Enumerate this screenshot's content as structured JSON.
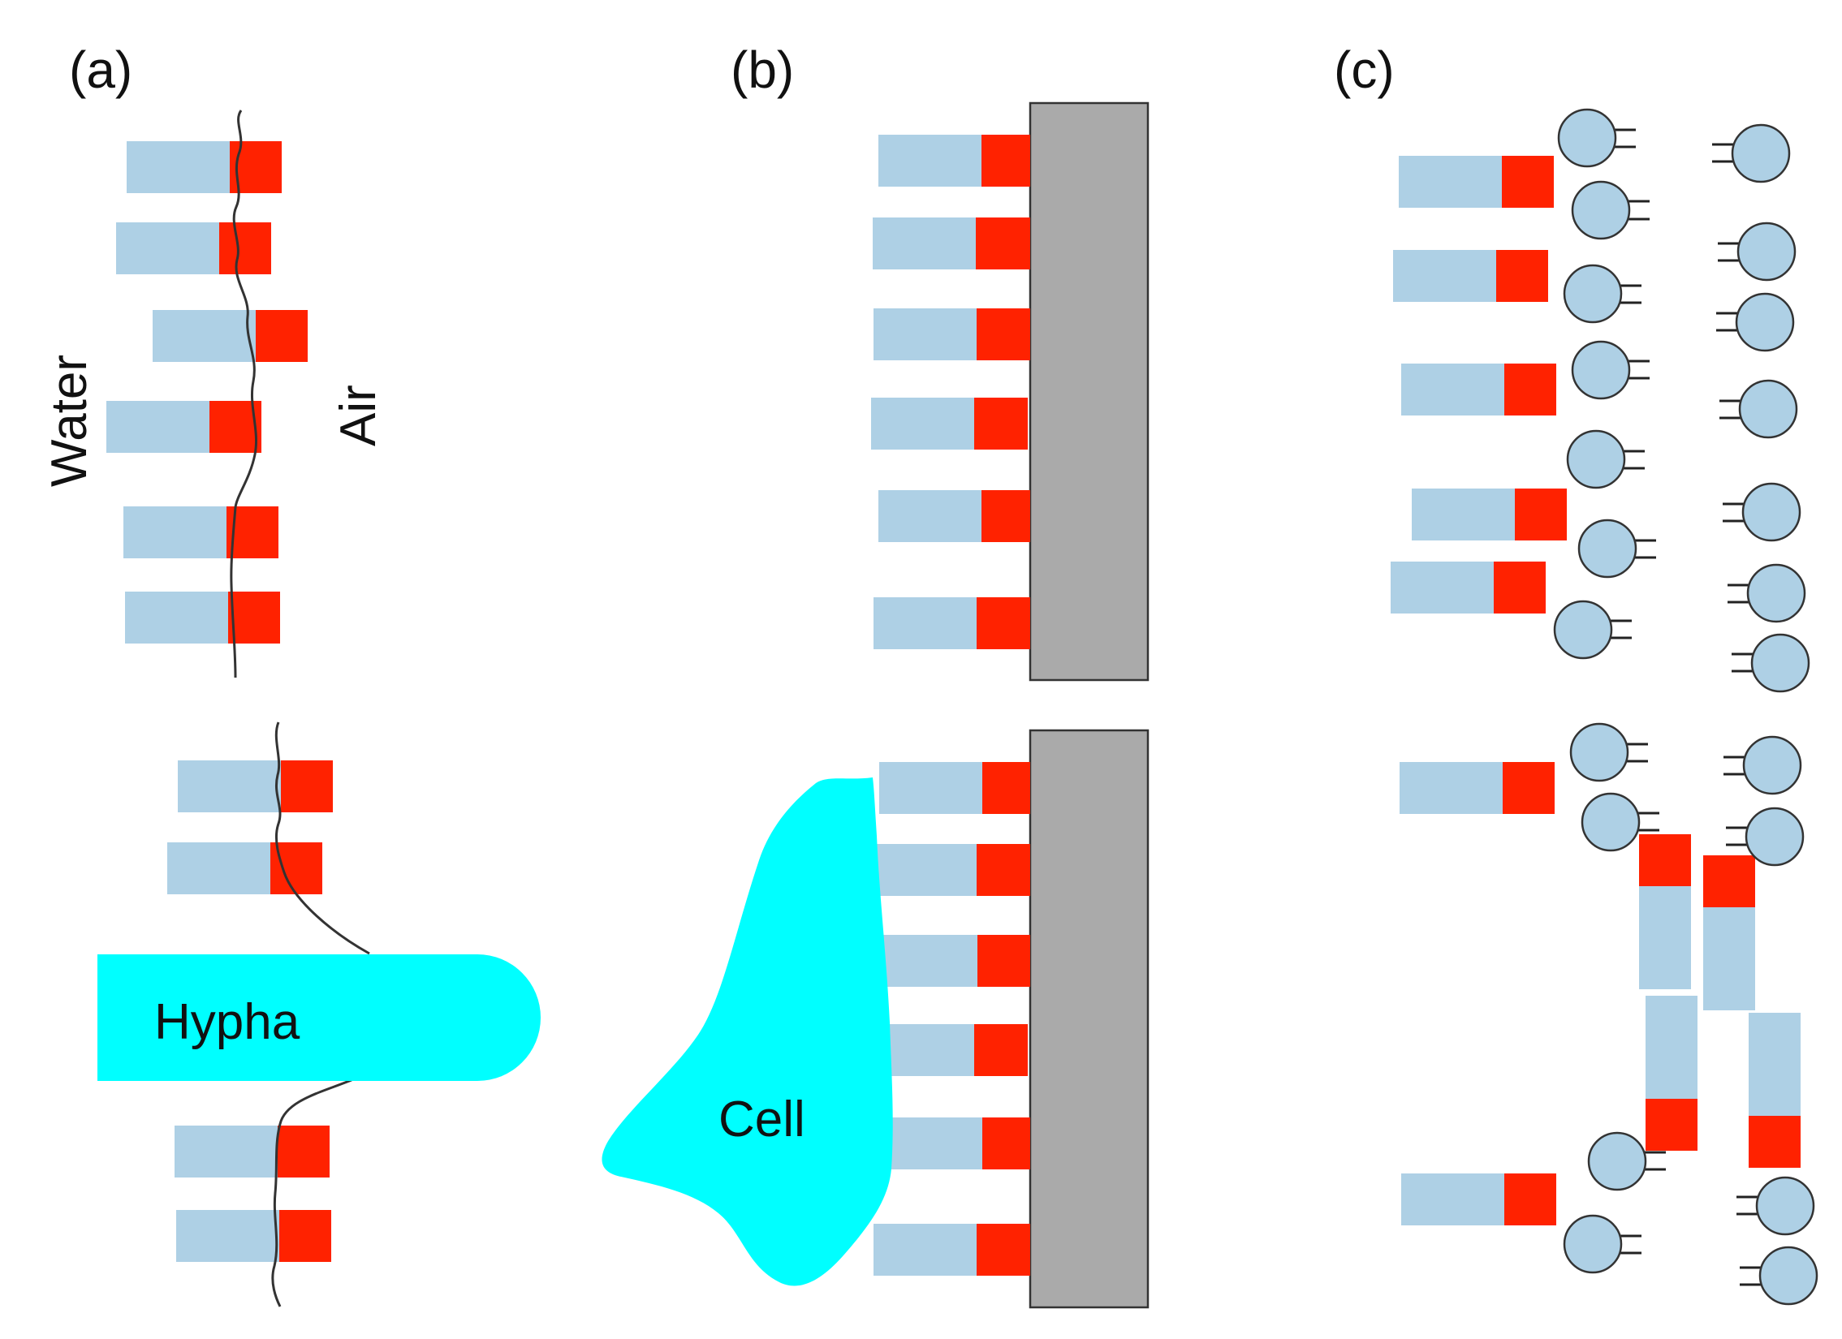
{
  "panels": {
    "a": {
      "label": "(a)",
      "water_label": "Water",
      "air_label": "Air",
      "hypha_label": "Hypha"
    },
    "b": {
      "label": "(b)",
      "cell_label": "Cell"
    },
    "c": {
      "label": "(c)"
    }
  },
  "colors": {
    "hydrophilic_block": "#aed0e5",
    "hydrophobic_block": "#ff2200",
    "surface": "#aaaaaa",
    "cell_and_hypha": "#00ffff",
    "lipid_head": "#aed0e5"
  }
}
